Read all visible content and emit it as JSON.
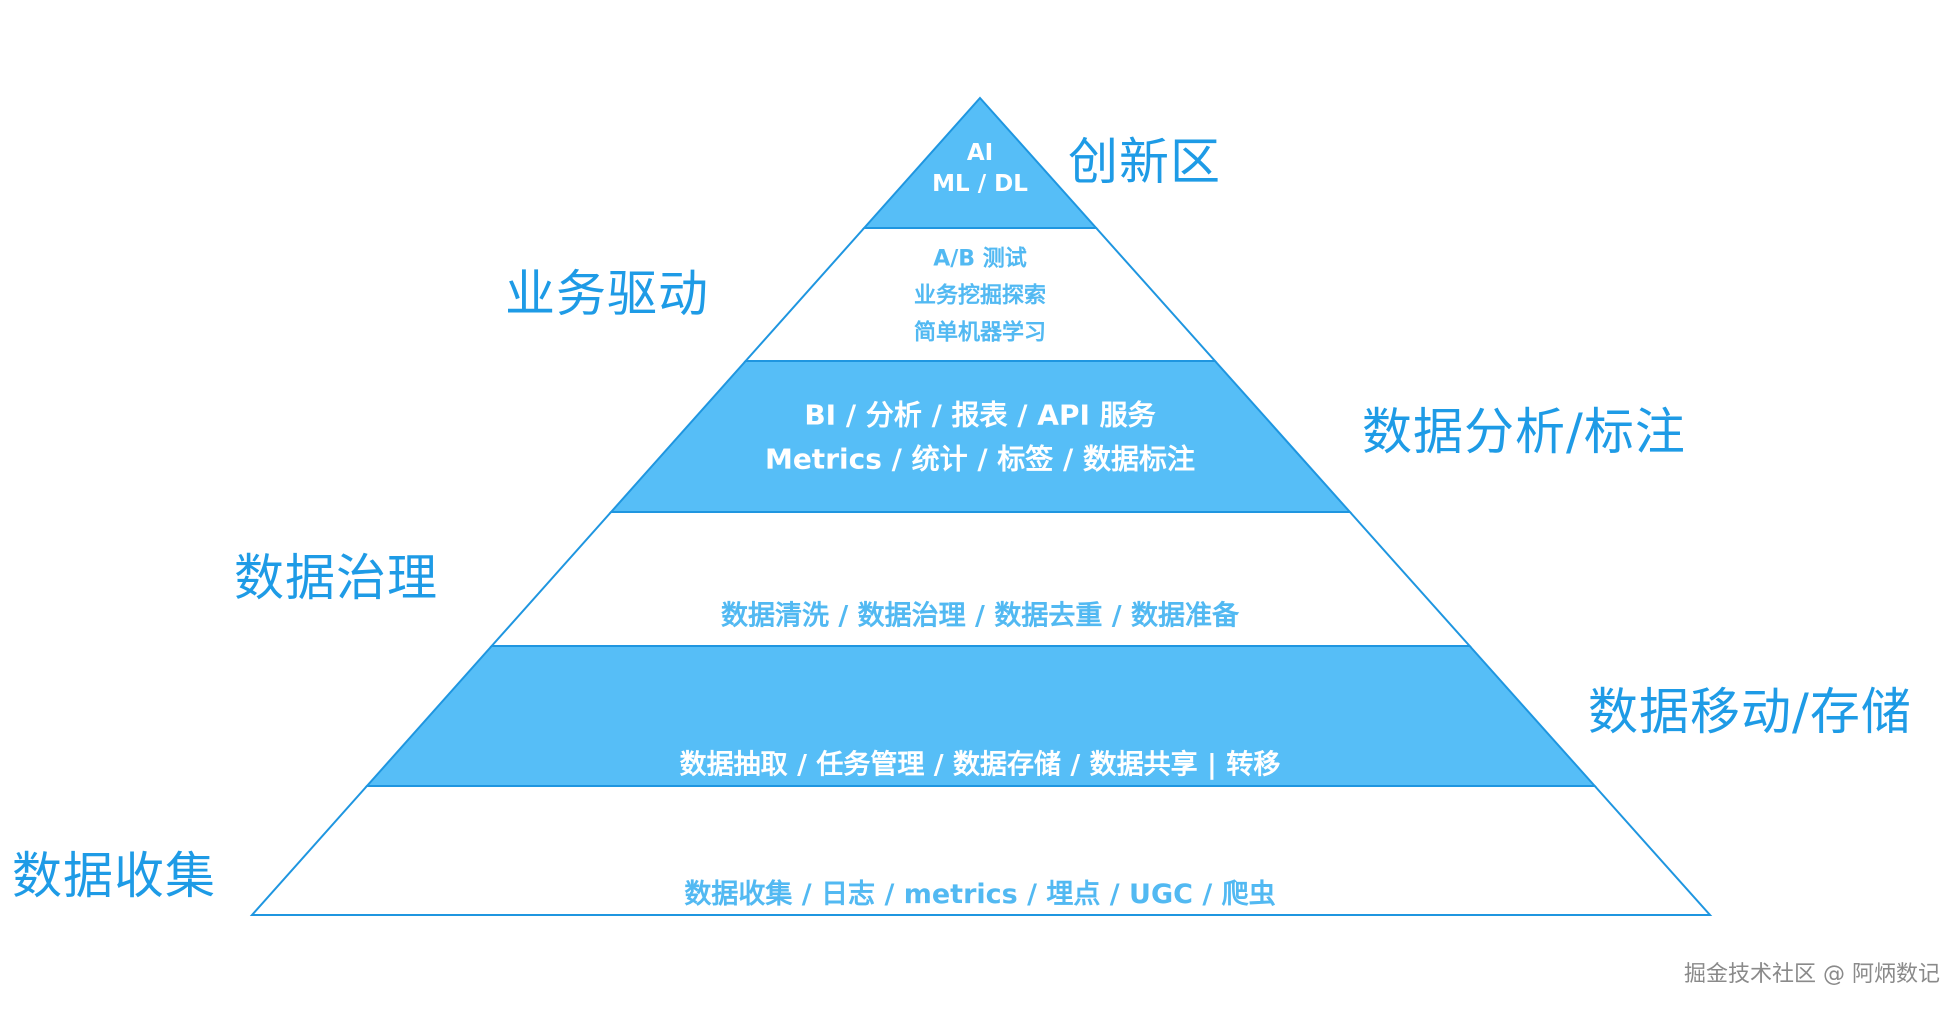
{
  "pyramid": {
    "fill_color": "#56bef7",
    "outline_color": "#1f96e0",
    "levels": [
      {
        "id": "innovation",
        "filled": true,
        "lines": [
          "AI",
          "ML / DL"
        ]
      },
      {
        "id": "business",
        "filled": false,
        "lines": [
          "A/B 测试",
          "业务挖掘探索",
          "简单机器学习"
        ]
      },
      {
        "id": "analysis",
        "filled": true,
        "lines": [
          "BI / 分析 / 报表 / API 服务",
          "Metrics / 统计 / 标签 / 数据标注"
        ]
      },
      {
        "id": "governance",
        "filled": false,
        "lines": [
          "数据清洗 / 数据治理 / 数据去重 / 数据准备"
        ]
      },
      {
        "id": "movement",
        "filled": true,
        "lines": [
          "数据抽取 / 任务管理 / 数据存储  / 数据共享 | 转移"
        ]
      },
      {
        "id": "collection",
        "filled": false,
        "lines": [
          "数据收集 / 日志  / metrics / 埋点 / UGC  / 爬虫"
        ]
      }
    ]
  },
  "side_labels": {
    "innovation": "创新区",
    "business": "业务驱动",
    "analysis": "数据分析/标注",
    "governance": "数据治理",
    "movement": "数据移动/存储",
    "collection": "数据收集"
  },
  "label_color": "#1e9be6",
  "watermark": "掘金技术社区 @ 阿炳数记"
}
